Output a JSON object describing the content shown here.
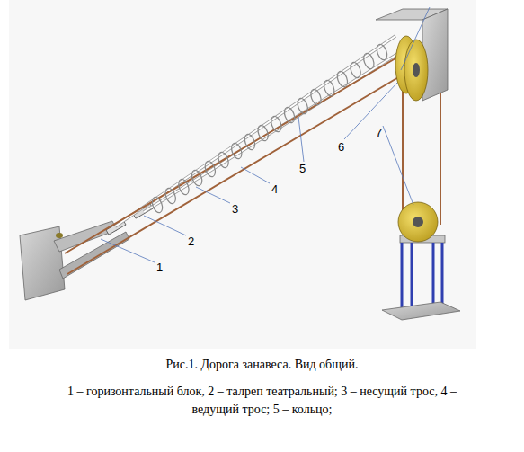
{
  "diagram": {
    "caption": "Рис.1. Дорога занавеса. Вид общий.",
    "labels": [
      "1",
      "2",
      "3",
      "4",
      "5",
      "6",
      "7",
      "1 – горизонтальный блок, 2 – талреп театральный; 3 – несущий трос, 4 – ведущий трос; 5 – кольцо;"
    ]
  }
}
